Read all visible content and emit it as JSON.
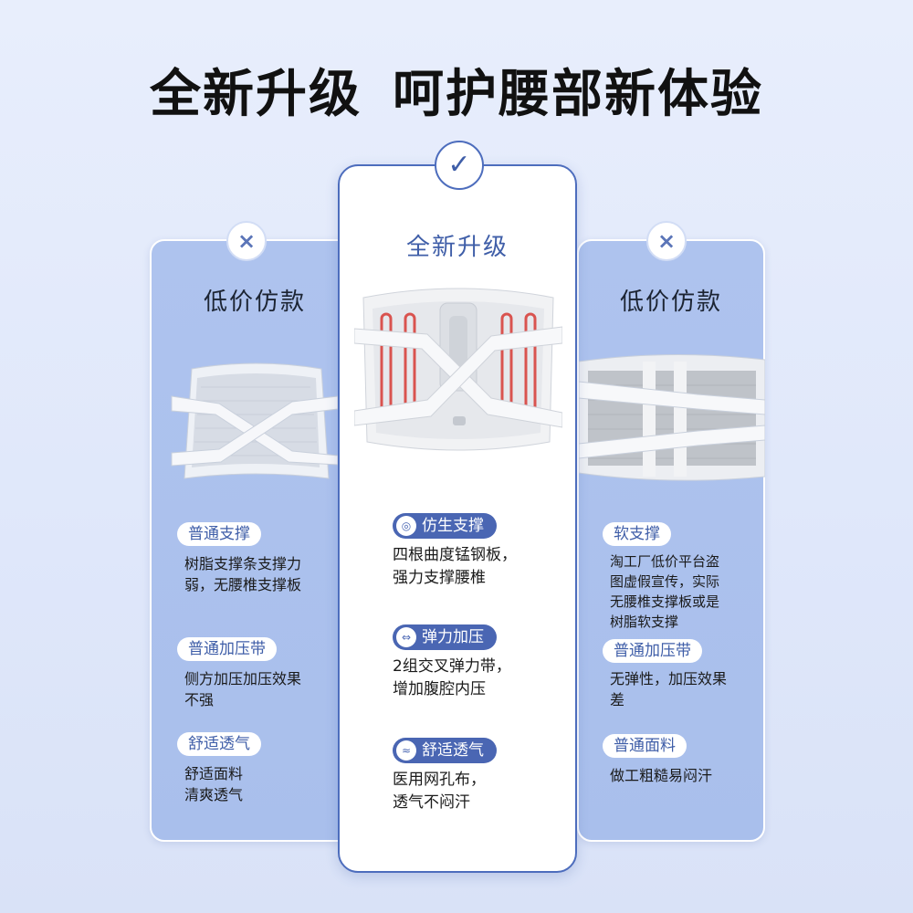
{
  "headline": {
    "part1": "全新升级",
    "part2": "呵护腰部新体验"
  },
  "left_card": {
    "badge": "×",
    "title": "低价仿款",
    "features": [
      {
        "label": "普通支撑",
        "desc": [
          "树脂支撑条支撑力",
          "弱，无腰椎支撑板"
        ]
      },
      {
        "label": "普通加压带",
        "desc": [
          "侧方加压加压效果",
          "不强"
        ]
      },
      {
        "label": "舒适透气",
        "desc": [
          "舒适面料",
          "清爽透气"
        ]
      }
    ]
  },
  "center_card": {
    "badge": "✓",
    "title": "全新升级",
    "features": [
      {
        "icon": "support-icon",
        "label": "仿生支撑",
        "desc": [
          "四根曲度锰钢板，",
          "强力支撑腰椎"
        ]
      },
      {
        "icon": "compression-icon",
        "label": "弹力加压",
        "desc": [
          "2组交叉弹力带，",
          "增加腹腔内压"
        ]
      },
      {
        "icon": "breathable-icon",
        "label": "舒适透气",
        "desc": [
          "医用网孔布，",
          "透气不闷汗"
        ]
      }
    ]
  },
  "right_card": {
    "badge": "×",
    "title": "低价仿款",
    "features": [
      {
        "label": "软支撑",
        "desc": [
          "淘工厂低价平台盗",
          "图虚假宣传，实际",
          "无腰椎支撑板或是",
          "树脂软支撑"
        ]
      },
      {
        "label": "普通加压带",
        "desc": [
          "无弹性，加压效果",
          "差"
        ]
      },
      {
        "label": "普通面料",
        "desc": [
          "做工粗糙易闷汗"
        ]
      }
    ]
  },
  "colors": {
    "accent": "#4a66b3",
    "side_card": "#aec3ee",
    "background": "#e3eafb"
  }
}
